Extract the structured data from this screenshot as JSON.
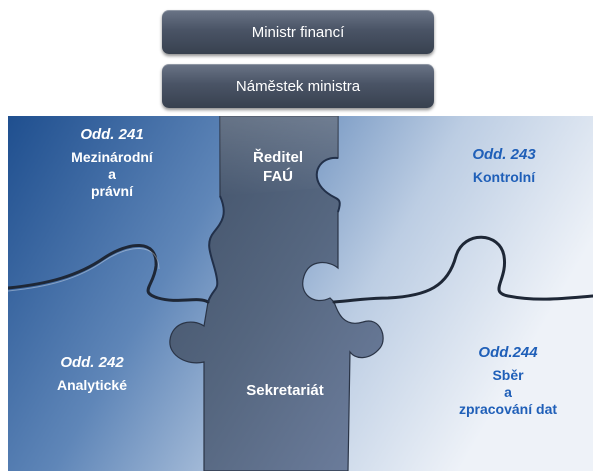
{
  "top_boxes": {
    "minister": "Ministr financí",
    "deputy": "Náměstek ministra"
  },
  "pieces": {
    "director": {
      "line1": "Ředitel",
      "line2": "FAÚ"
    },
    "secretariat": {
      "name": "Sekretariát"
    },
    "dept241": {
      "code": "Odd. 241",
      "line1": "Mezinárodní",
      "line2": "a",
      "line3": "právní"
    },
    "dept243": {
      "code": "Odd. 243",
      "line1": "Kontrolní"
    },
    "dept242": {
      "code": "Odd. 242",
      "line1": "Analytické"
    },
    "dept244": {
      "code": "Odd.244",
      "line1": "Sběr",
      "line2": "a",
      "line3": "zpracování dat"
    }
  },
  "colors": {
    "dark_blue": "#1f4f8f",
    "light_blue": "#e9eef6",
    "center_piece": "#4a5a72",
    "label_blue": "#1f5fb8"
  }
}
